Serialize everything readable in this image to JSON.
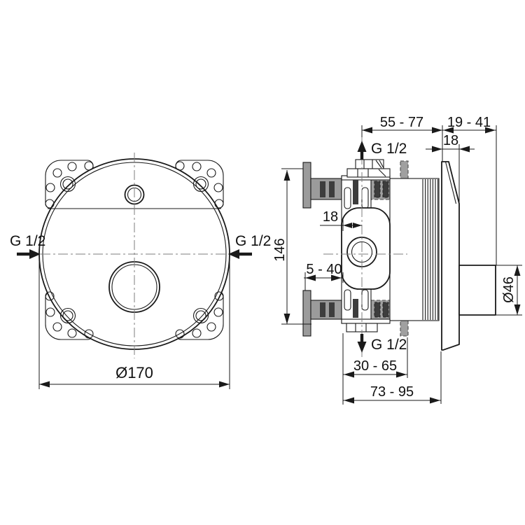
{
  "front_view": {
    "left_connection": "G 1/2",
    "right_connection": "G 1/2",
    "faceplate_diameter": "Ø170"
  },
  "side_view": {
    "top_connection": "G 1/2",
    "bottom_connection": "G 1/2",
    "depth_adjust_range": "55 - 77",
    "trim_projection_range": "19 - 41",
    "trim_depth": "18",
    "body_height": "146",
    "center_offset": "18",
    "plaster_thickness_range": "5 - 40",
    "rough_in_depth_range": "30 - 65",
    "total_depth_range": "73 - 95",
    "handle_diameter": "Ø46"
  }
}
